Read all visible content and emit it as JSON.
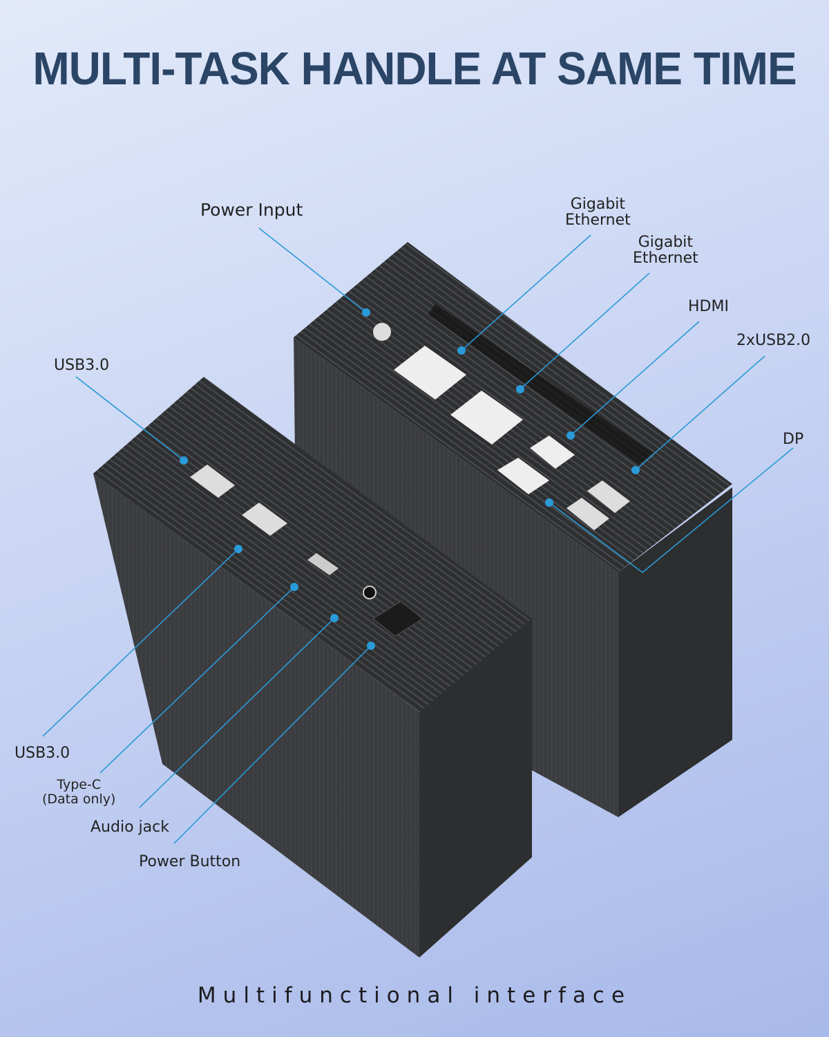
{
  "title": "MULTI-TASK HANDLE AT SAME TIME",
  "footer": "Multifunctional interface",
  "labels": {
    "power_input": "Power Input",
    "gigabit_ethernet_1": [
      "Gigabit",
      "Ethernet"
    ],
    "gigabit_ethernet_2": [
      "Gigabit",
      "Ethernet"
    ],
    "hdmi": "HDMI",
    "usb20": "2xUSB2.0",
    "dp": "DP",
    "usb30_top": "USB3.0",
    "usb30_bottom": "USB3.0",
    "type_c": [
      "Type-C",
      "(Data only)"
    ],
    "audio_jack": "Audio jack",
    "power_button": "Power Button"
  },
  "colors": {
    "title": "#2b4566",
    "leader": "#2a9ad8",
    "case": "#3a3b3d"
  }
}
